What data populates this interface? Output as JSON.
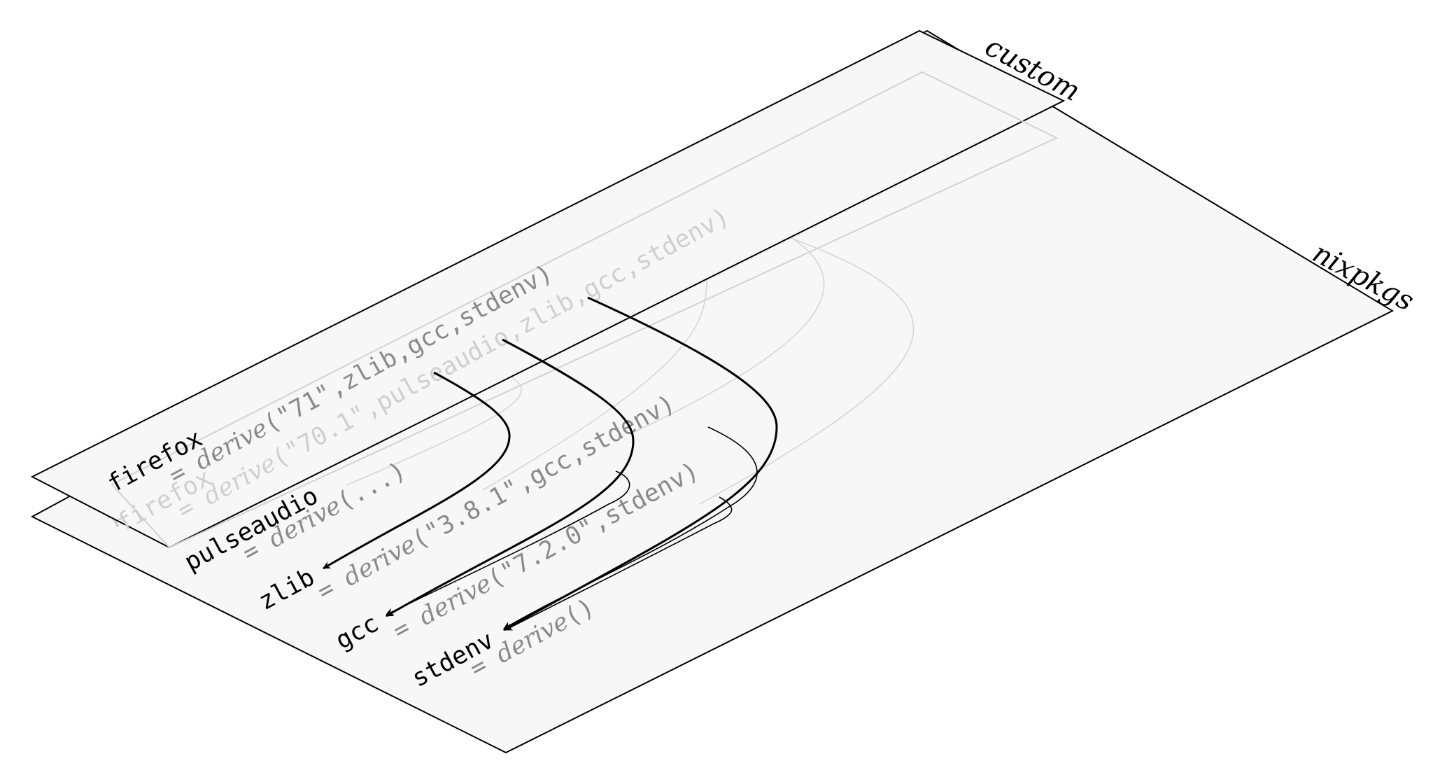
{
  "layers": {
    "custom_label": "custom",
    "nixpkgs_label": "nixpkgs"
  },
  "custom": {
    "firefox": {
      "name": "firefox",
      "prefix": "= ",
      "fn": "derive",
      "args": "(\"71\",zlib,gcc,stdenv)"
    }
  },
  "nixpkgs": {
    "firefox": {
      "name": "firefox",
      "prefix": "= ",
      "fn": "derive",
      "args": "(\"70.1\",pulseaudio,zlib,gcc,stdenv)"
    },
    "pulseaudio": {
      "name": "pulseaudio",
      "prefix": "= ",
      "fn": "derive",
      "args": "(...)"
    },
    "zlib": {
      "name": "zlib",
      "prefix": "= ",
      "fn": "derive",
      "args": "(\"3.8.1\",gcc,stdenv)"
    },
    "gcc": {
      "name": "gcc",
      "prefix": "= ",
      "fn": "derive",
      "args": "(\"7.2.0\",stdenv)"
    },
    "stdenv": {
      "name": "stdenv",
      "prefix": "= ",
      "fn": "derive",
      "args": "()"
    }
  },
  "colors": {
    "plane_fill": "#f7f7f7",
    "outline": "#000000",
    "definition_text": "#8a8a8a",
    "hidden_text": "#cfcfcf"
  }
}
